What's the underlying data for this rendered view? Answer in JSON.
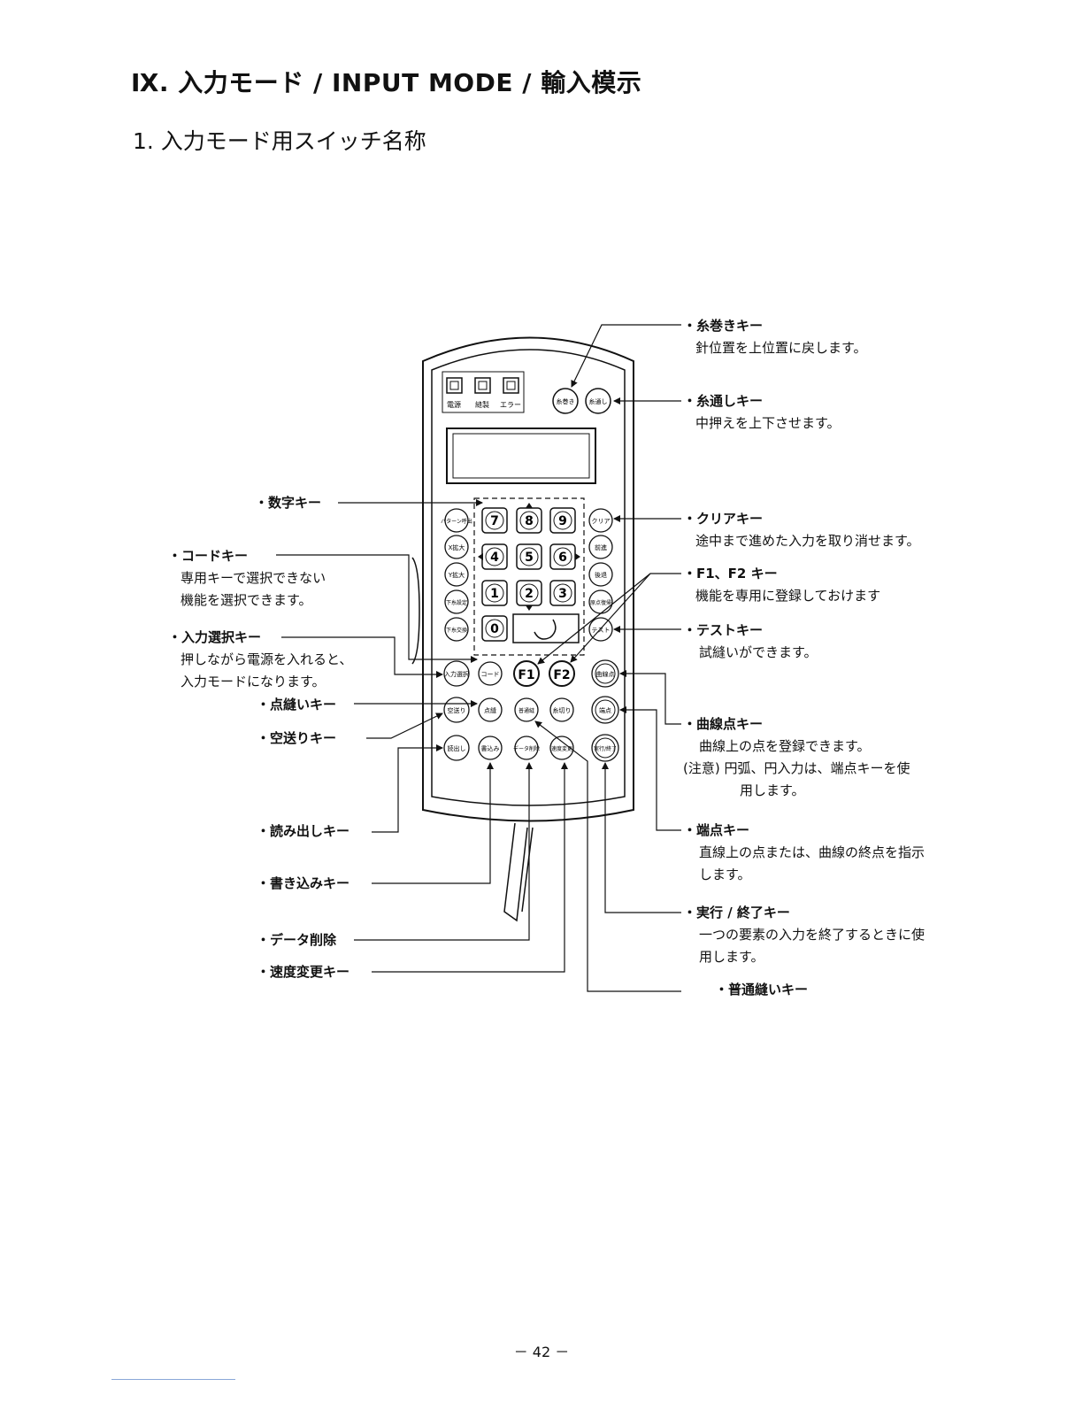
{
  "header": {
    "title": "Ⅸ. 入力モード / INPUT MODE / 輸入模示",
    "subtitle": "1. 入力モード用スイッチ名称"
  },
  "device": {
    "indicators": [
      "電源",
      "縫製",
      "エラー"
    ],
    "top_keys": [
      "糸巻き",
      "糸通し"
    ],
    "left_keys": [
      "パターン呼出",
      "X拡大",
      "Y拡大",
      "下糸設定",
      "下糸交換"
    ],
    "right_keys": [
      "クリア",
      "前進",
      "後退",
      "原点復帰",
      "テスト"
    ],
    "number_keys": [
      "7",
      "8",
      "9",
      "4",
      "5",
      "6",
      "1",
      "2",
      "3",
      "0"
    ],
    "row1_keys": [
      "入力選択",
      "コード",
      "F1",
      "F2",
      "曲線点"
    ],
    "row2_keys": [
      "空送り",
      "点縫",
      "普通縫",
      "糸切り",
      "端点"
    ],
    "row3_keys": [
      "読出し",
      "書込み",
      "データ削除",
      "速度変更",
      "実行/終了"
    ]
  },
  "callouts": {
    "bobbin": {
      "label": "・糸巻きキー",
      "desc": [
        "針位置を上位置に戻します。"
      ]
    },
    "threading": {
      "label": "・糸通しキー",
      "desc": [
        "中押えを上下させます。"
      ]
    },
    "clear": {
      "label": "・クリアキー",
      "desc": [
        "途中まで進めた入力を取り消せます。"
      ]
    },
    "fkeys": {
      "label": "・F1、F2 キー",
      "desc": [
        "機能を専用に登録しておけます"
      ]
    },
    "test": {
      "label": "・テストキー",
      "desc": [
        "試縫いができます。"
      ]
    },
    "curve": {
      "label": "・曲線点キー",
      "desc": [
        "曲線上の点を登録できます。",
        "(注意) 円弧、円入力は、端点キーを使",
        "用します。"
      ]
    },
    "endpoint": {
      "label": "・端点キー",
      "desc": [
        "直線上の点または、曲線の終点を指示",
        "します。"
      ]
    },
    "execute": {
      "label": "・実行 / 終了キー",
      "desc": [
        "一つの要素の入力を終了するときに使",
        "用します。"
      ]
    },
    "normal_sew": {
      "label": "・普通縫いキー"
    },
    "numeric": {
      "label": "・数字キー"
    },
    "code": {
      "label": "・コードキー",
      "desc": [
        "専用キーで選択できない",
        "機能を選択できます。"
      ]
    },
    "input_select": {
      "label": "・入力選択キー",
      "desc": [
        "押しながら電源を入れると、",
        "入力モードになります。"
      ]
    },
    "point_sew": {
      "label": "・点縫いキー"
    },
    "feed": {
      "label": "・空送りキー"
    },
    "read": {
      "label": "・読み出しキー"
    },
    "write": {
      "label": "・書き込みキー"
    },
    "delete": {
      "label": "・データ削除"
    },
    "speed": {
      "label": "・速度変更キー"
    }
  },
  "footer": {
    "page": "－ 42 －"
  }
}
